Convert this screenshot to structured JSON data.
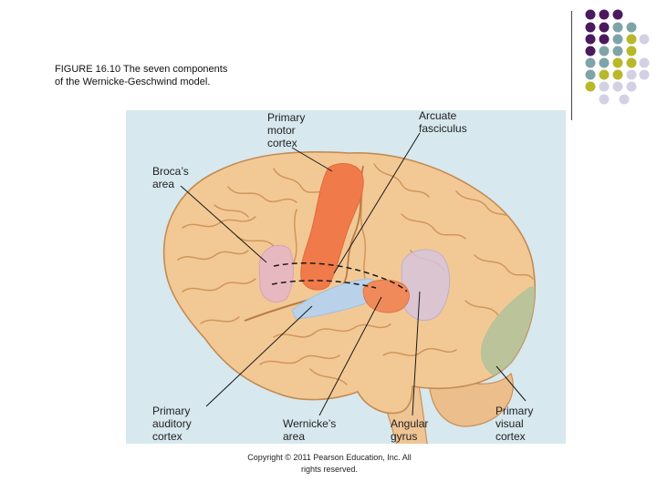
{
  "caption": {
    "line1": "FIGURE 16.10 The seven components",
    "line2": "of the Wernicke-Geschwind model."
  },
  "labels": {
    "primary_motor_cortex": [
      "Primary",
      "motor",
      "cortex"
    ],
    "arcuate_fasciculus": [
      "Arcuate",
      "fasciculus"
    ],
    "brocas_area": [
      "Broca’s",
      "area"
    ],
    "primary_auditory_cortex": [
      "Primary",
      "auditory",
      "cortex"
    ],
    "wernickes_area": [
      "Wernicke’s",
      "area"
    ],
    "angular_gyrus": [
      "Angular",
      "gyrus"
    ],
    "primary_visual_cortex": [
      "Primary",
      "visual",
      "cortex"
    ]
  },
  "copyright": {
    "line1": "Copyright © 2011 Pearson Education, Inc. All",
    "line2": "rights reserved."
  },
  "colors": {
    "panel_bg": "#d7e8ee",
    "brain": "#f2c995",
    "brain_shadow": "#d99b5e",
    "motor_cortex": "#f07a4a",
    "brocas_area": "#e7b6c4",
    "auditory_cortex": "#b9d2ea",
    "wernickes_area": "#f08a5a",
    "angular_gyrus": "#d6c4dc",
    "visual_cortex": "#b2c29a",
    "deco_purple": "#4b1a5e",
    "deco_teal": "#7fa4a8",
    "deco_olive": "#b8b82a",
    "deco_lavender": "#d4d0e4"
  }
}
